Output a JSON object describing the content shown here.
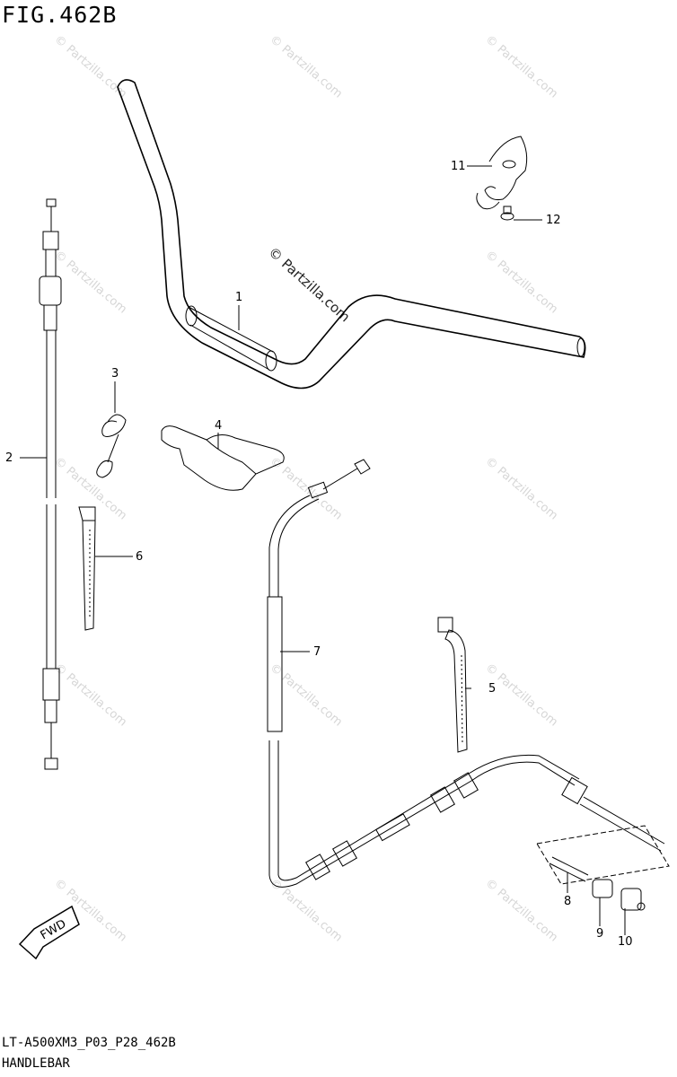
{
  "figure": {
    "title": "FIG.462B",
    "code": "LT-A500XM3_P03_P28_462B",
    "section": "HANDLEBAR"
  },
  "callouts": [
    "1",
    "2",
    "3",
    "4",
    "5",
    "6",
    "7",
    "8",
    "9",
    "10",
    "11",
    "12"
  ],
  "watermark": {
    "text": "© Partzilla.com",
    "color": "#d6d6d6"
  },
  "direction_badge": "FWD"
}
